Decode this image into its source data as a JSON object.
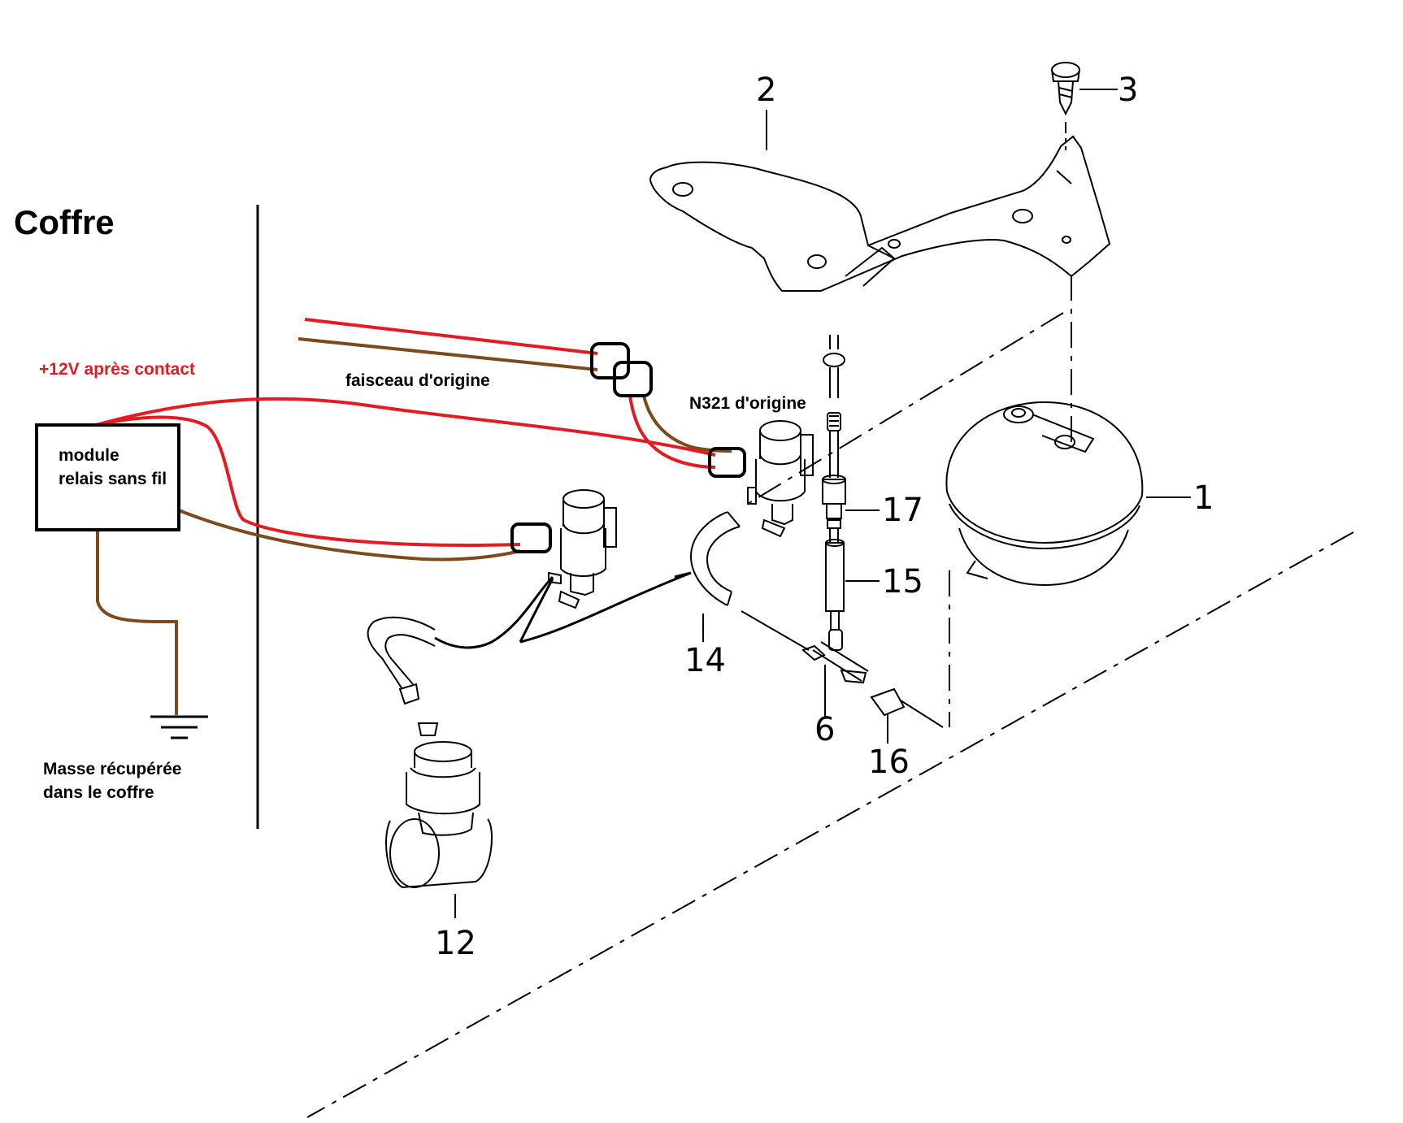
{
  "title": "Coffre",
  "labels": {
    "power": "+12V après contact",
    "harness": "faisceau d'origine",
    "valve": "N321 d'origine",
    "module_line1": "module",
    "module_line2": "relais sans fil",
    "ground_line1": "Masse récupérée",
    "ground_line2": "dans le coffre"
  },
  "part_numbers": {
    "p1": "1",
    "p2": "2",
    "p3": "3",
    "p6": "6",
    "p12": "12",
    "p14": "14",
    "p15": "15",
    "p16": "16",
    "p17": "17"
  },
  "colors": {
    "wire_positive": "#e31b23",
    "wire_ground": "#7b4a1e",
    "vacuum_hose": "#000000",
    "line_art": "#000000"
  }
}
